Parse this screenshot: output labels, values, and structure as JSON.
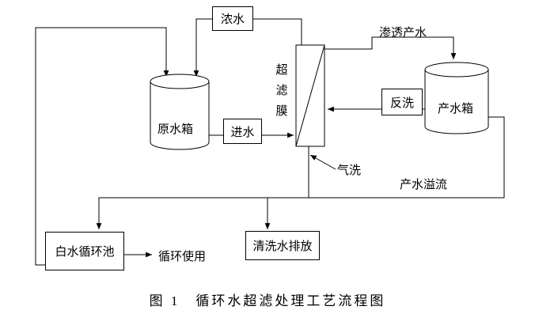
{
  "figure": {
    "caption": "图 1　循环水超滤处理工艺流程图"
  },
  "nodes": {
    "raw_tank": {
      "label": "原水箱"
    },
    "product_tank": {
      "label": "产水箱"
    },
    "membrane": {
      "label": "超滤膜"
    },
    "white_water_pool": {
      "label": "白水循环池"
    },
    "wash_discharge": {
      "label": "清洗水排放"
    }
  },
  "flows": {
    "concentrate": {
      "label": "浓水"
    },
    "feed": {
      "label": "进水"
    },
    "permeate": {
      "label": "渗透产水"
    },
    "backwash": {
      "label": "反洗"
    },
    "air_wash": {
      "label": "气洗"
    },
    "product_overflow": {
      "label": "产水溢流"
    },
    "recycle_use": {
      "label": "循环使用"
    }
  },
  "colors": {
    "line": "#000000",
    "background": "#ffffff"
  }
}
